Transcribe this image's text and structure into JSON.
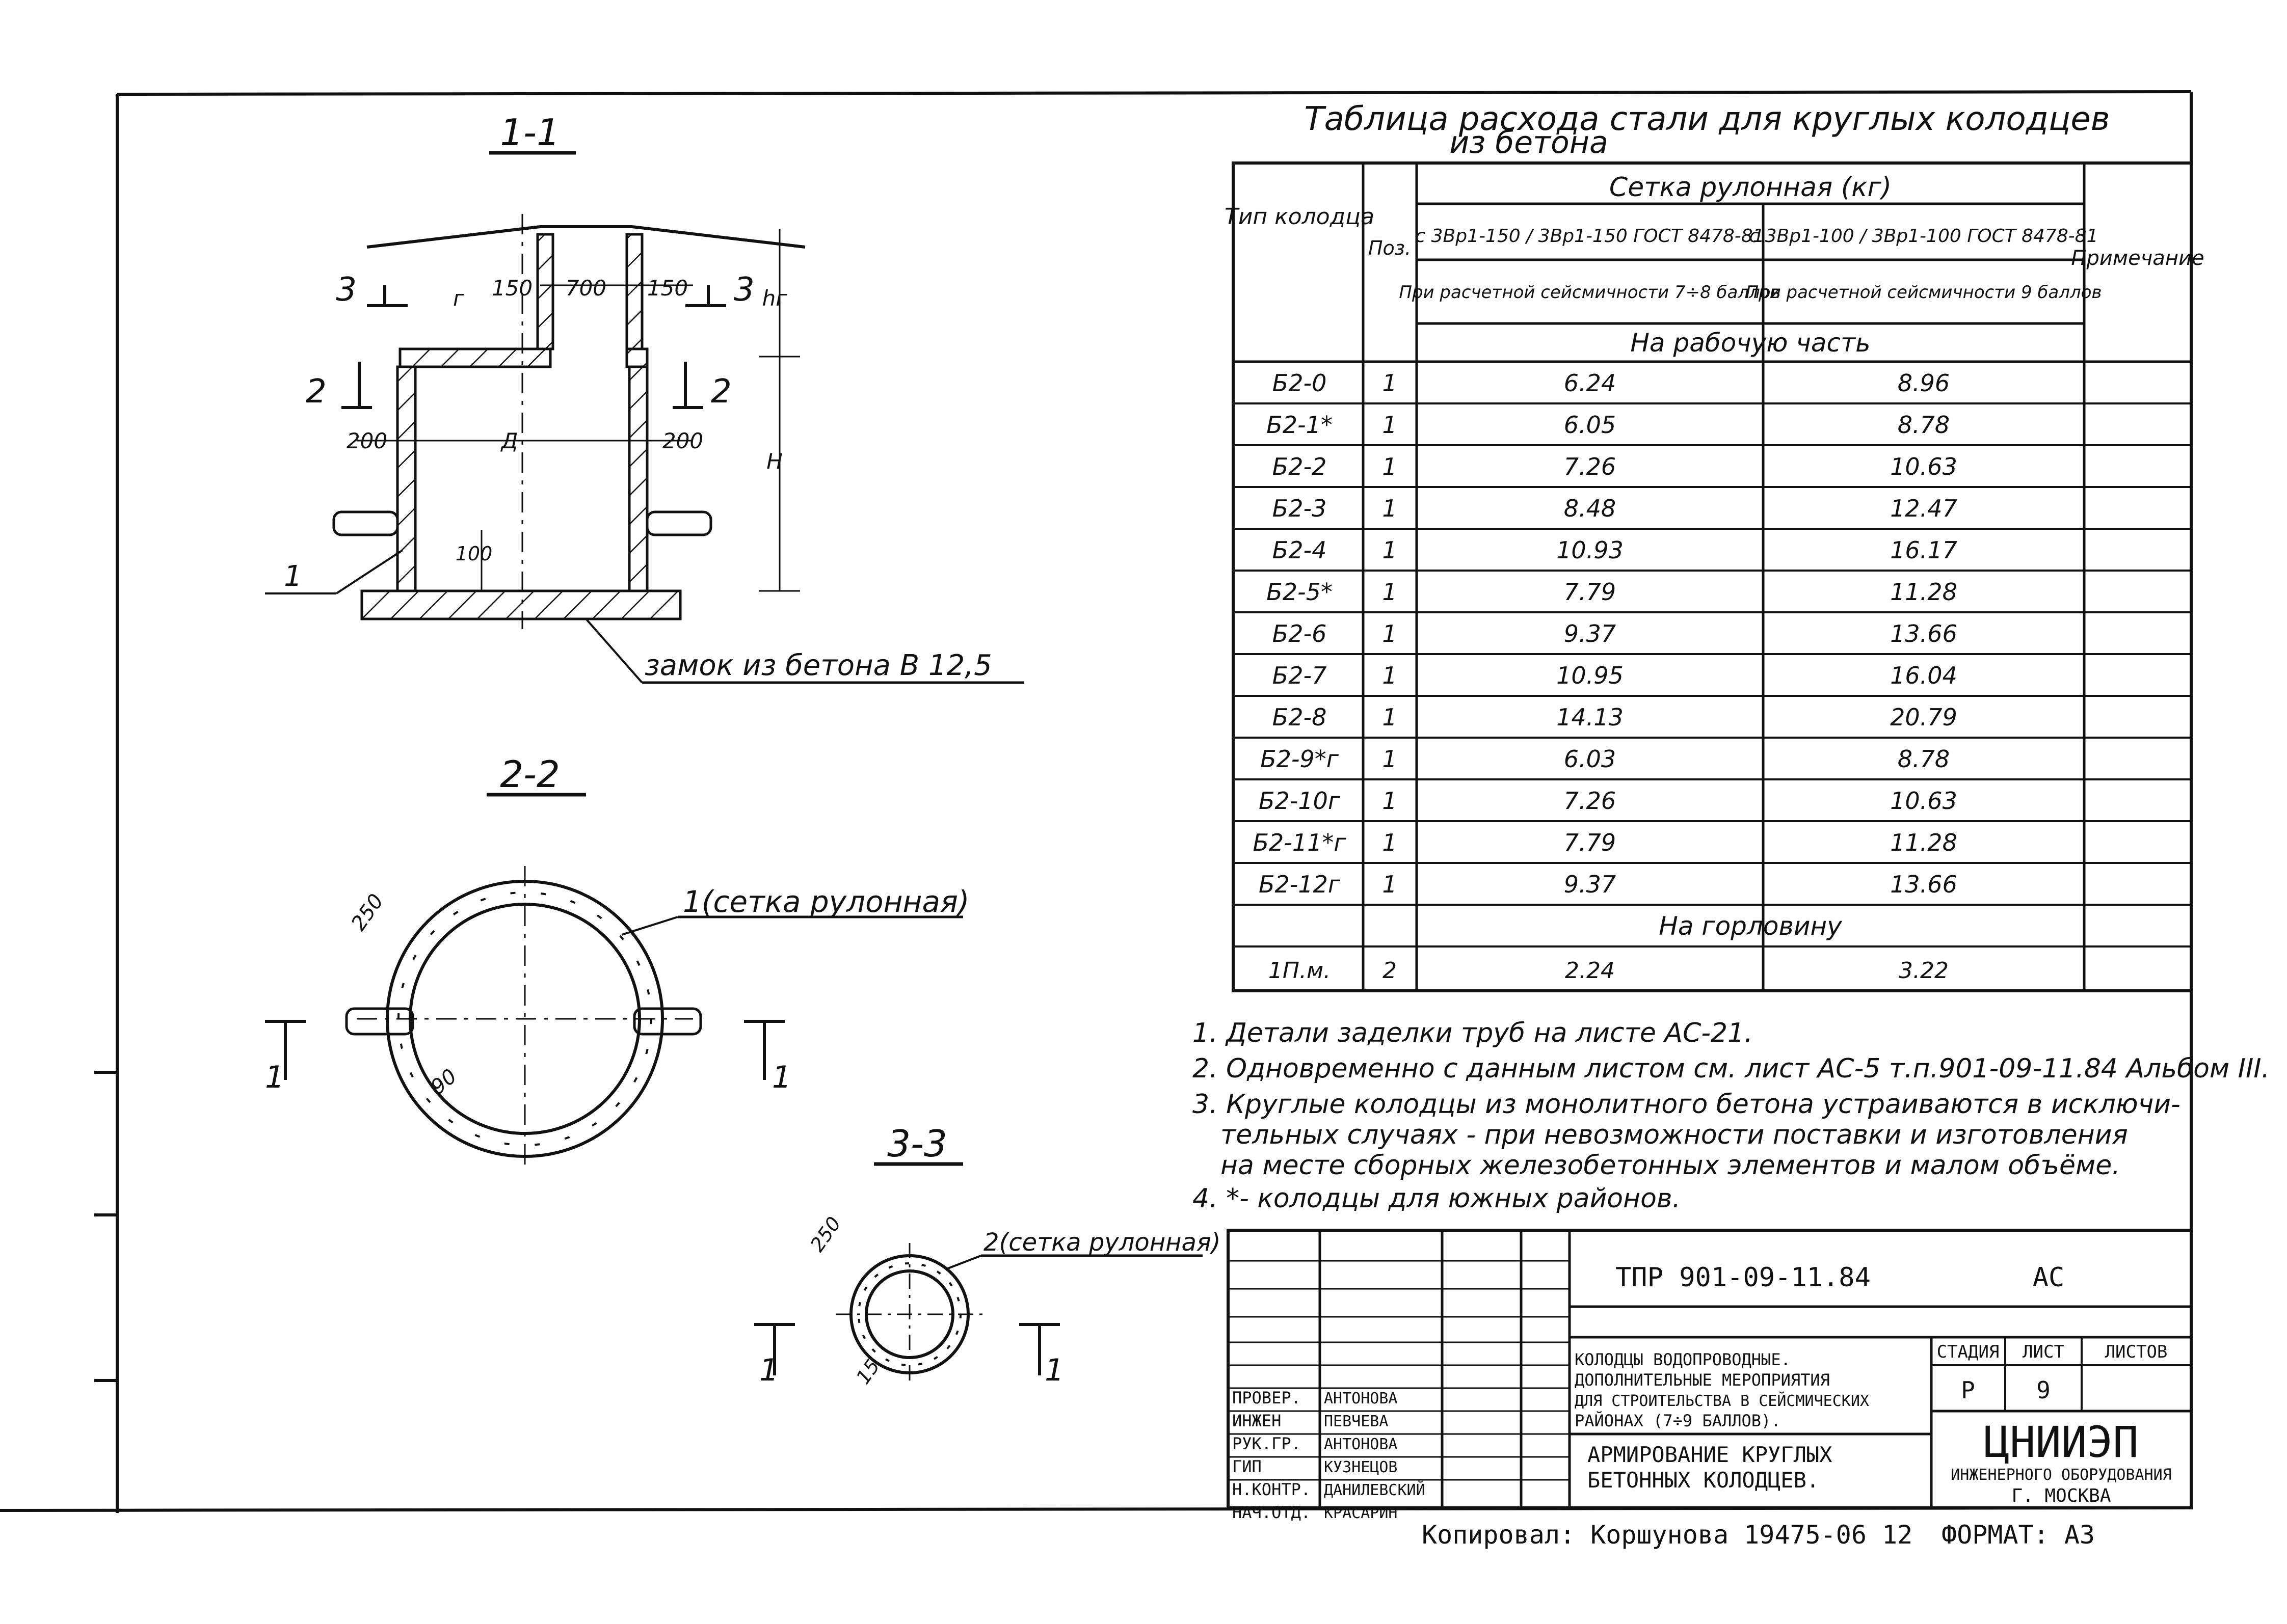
{
  "sections": {
    "s1": "1-1",
    "s2": "2-2",
    "s3": "3-3",
    "cut3": "3",
    "cut2": "2",
    "cut1": "1"
  },
  "drawing11": {
    "labels": [
      "150",
      "700",
      "150",
      "200",
      "Д",
      "200",
      "100",
      "hг",
      "H",
      "г",
      "1"
    ],
    "lock_note": "замок из бетона В 12,5"
  },
  "drawing22": {
    "label_mesh": "1(сетка рулонная)",
    "dim_250": "250",
    "dim_90": "90"
  },
  "drawing33": {
    "label_mesh": "2(сетка рулонная)",
    "dim_250": "250",
    "dim_15": "15"
  },
  "table": {
    "title_line1": "Таблица расхода стали для круглых колодцев",
    "title_line2": "из бетона",
    "col_type": "Тип колодца",
    "col_pos": "Поз.",
    "col_mesh": "Сетка рулонная (кг)",
    "mesh1_formula": "с 3Вр1-150 / 3Вр1-150 ГОСТ 8478-81",
    "mesh2_formula": "с 3Вр1-100 / 3Вр1-100 ГОСТ 8478-81",
    "mesh1_cond": "При расчетной сейсмичности 7÷8 баллов",
    "mesh2_cond": "При расчетной сейсмичности 9 баллов",
    "col_note": "Примечание",
    "sub_work": "На рабочую часть",
    "sub_neck": "На горловину",
    "rows": [
      [
        "Б2-0",
        "1",
        "6.24",
        "8.96"
      ],
      [
        "Б2-1*",
        "1",
        "6.05",
        "8.78"
      ],
      [
        "Б2-2",
        "1",
        "7.26",
        "10.63"
      ],
      [
        "Б2-3",
        "1",
        "8.48",
        "12.47"
      ],
      [
        "Б2-4",
        "1",
        "10.93",
        "16.17"
      ],
      [
        "Б2-5*",
        "1",
        "7.79",
        "11.28"
      ],
      [
        "Б2-6",
        "1",
        "9.37",
        "13.66"
      ],
      [
        "Б2-7",
        "1",
        "10.95",
        "16.04"
      ],
      [
        "Б2-8",
        "1",
        "14.13",
        "20.79"
      ],
      [
        "Б2-9*г",
        "1",
        "6.03",
        "8.78"
      ],
      [
        "Б2-10г",
        "1",
        "7.26",
        "10.63"
      ],
      [
        "Б2-11*г",
        "1",
        "7.79",
        "11.28"
      ],
      [
        "Б2-12г",
        "1",
        "9.37",
        "13.66"
      ]
    ],
    "neck_row": [
      "1П.м.",
      "2",
      "2.24",
      "3.22"
    ]
  },
  "notes": [
    "1. Детали заделки труб на листе АС-21.",
    "2. Одновременно с данным листом см. лист АС-5 т.п.901-09-11.84 Альбом III.",
    "3. Круглые колодцы из монолитного бетона устраиваются в исключи-",
    "тельных случаях - при невозможности поставки и изготовления",
    "на месте сборных железобетонных элементов и малом объёме.",
    "4. *- колодцы для южных районов."
  ],
  "title_block": {
    "code": "ТПР 901-09-11.84",
    "sheet_mark": "АС",
    "project_lines": [
      "КОЛОДЦЫ ВОДОПРОВОДНЫЕ.",
      "ДОПОЛНИТЕЛЬНЫЕ МЕРОПРИЯТИЯ",
      "ДЛЯ СТРОИТЕЛЬСТВА В СЕЙСМИЧЕСКИХ",
      "РАЙОНАХ (7÷9 БАЛЛОВ)."
    ],
    "drawing_lines": [
      "АРМИРОВАНИЕ КРУГЛЫХ",
      "БЕТОННЫХ КОЛОДЦЕВ."
    ],
    "stage_hdr": "СТАДИЯ",
    "sheet_hdr": "ЛИСТ",
    "sheets_hdr": "ЛИСТОВ",
    "stage": "Р",
    "sheet": "9",
    "org": "ЦНИИЭП",
    "org_sub": "ИНЖЕНЕРНОГО ОБОРУДОВАНИЯ",
    "city": "Г. МОСКВА",
    "roles": [
      [
        "ПРОВЕР.",
        "АНТОНОВА"
      ],
      [
        "ИНЖЕН",
        "ПЕВЧЕВА"
      ],
      [
        "РУК.ГР.",
        "АНТОНОВА"
      ],
      [
        "ГИП",
        "КУЗНЕЦОВ"
      ],
      [
        "Н.КОНТР.",
        "ДАНИЛЕВСКИЙ"
      ],
      [
        "НАЧ.ОТД.",
        "КРАСАРИН"
      ]
    ]
  },
  "footer": {
    "copied": "Копировал: Коршунова 19475-06 12",
    "format": "ФОРМАТ: А3"
  }
}
